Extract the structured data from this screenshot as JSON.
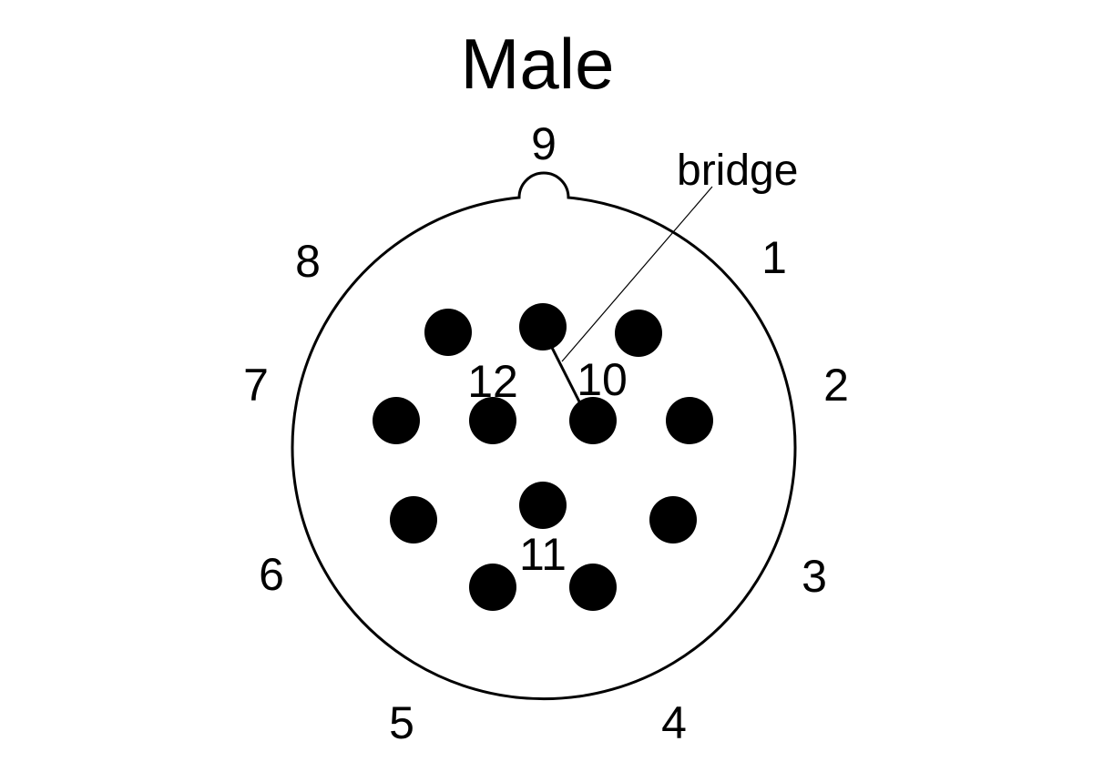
{
  "title": "Male",
  "annotation": "bridge",
  "outer_labels": {
    "pin_1": "1",
    "pin_2": "2",
    "pin_3": "3",
    "pin_4": "4",
    "pin_5": "5",
    "pin_6": "6",
    "pin_7": "7",
    "pin_8": "8",
    "pin_9": "9"
  },
  "inner_labels": {
    "pin_10": "10",
    "pin_11": "11",
    "pin_12": "12"
  },
  "colors": {
    "ink": "#000000",
    "background": "#ffffff"
  }
}
